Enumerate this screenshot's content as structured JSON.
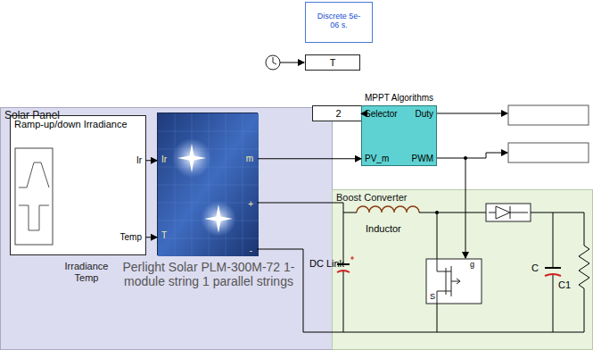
{
  "diagram": {
    "nodes": [
      {
        "text": [
          "Discrete 5e-06 s."
        ]
      },
      {
        "text": [
          "T"
        ]
      },
      {
        "text": [
          "Solar Panel"
        ]
      },
      {
        "text": [
          "Ramp-up/down Irradiance",
          "Ir",
          "Temp",
          "Irradiance Temp"
        ],
        "in": 2
      },
      {
        "text": [
          "Ir",
          "T",
          "m",
          "+",
          "-",
          "Perlight Solar PLM-300M-72 1-module string 1 parallel strings"
        ],
        "in": 2
      },
      {
        "text": [
          "2"
        ]
      },
      {
        "text": [
          "MPPT Algorithms",
          "Selector",
          "Duty",
          "PV_m",
          "PWM"
        ]
      },
      {
        "text": [
          "Boost Converter"
        ]
      }
    ],
    "edges": [
      {
        "from": 3,
        "to": 4,
        "arrow": "to"
      },
      {
        "from": 3,
        "to": 4,
        "arrow": "to"
      },
      {
        "from": 5,
        "to": 6,
        "arrow": "to"
      },
      {
        "from": 4,
        "to": 6,
        "arrow": "to"
      }
    ],
    "labels": [
      "DC Link",
      "Inductor",
      "g",
      "S",
      "C",
      "C1"
    ]
  }
}
